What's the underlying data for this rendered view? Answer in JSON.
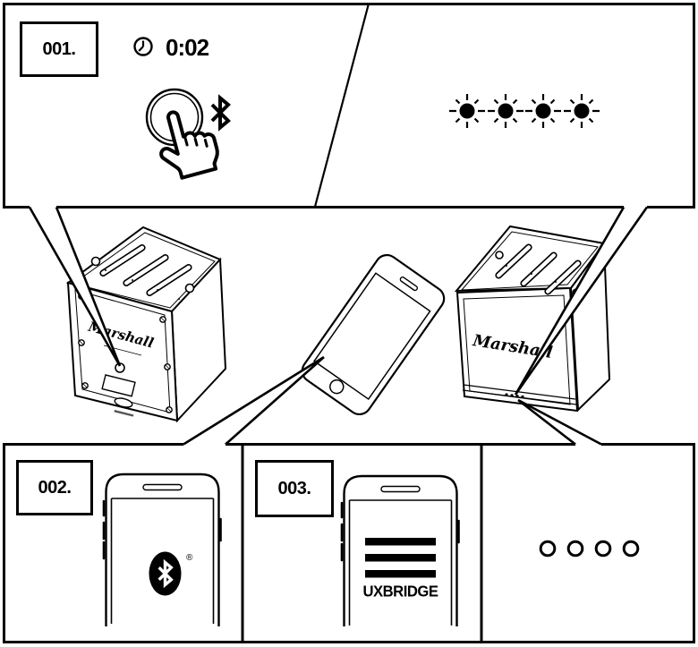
{
  "page": {
    "background": "#ffffff",
    "line_color": "#000000"
  },
  "steps": {
    "one": {
      "label": "001."
    },
    "two": {
      "label": "002."
    },
    "three": {
      "label": "003."
    }
  },
  "panel_hold": {
    "timer": "0:02",
    "icons": [
      "clock-icon",
      "press-and-hold-button-icon",
      "bluetooth-icon"
    ]
  },
  "panel_blinking_leds": {
    "led_count": 4,
    "led_style": "blinking-rays"
  },
  "panel_bluetooth_phone": {
    "bluetooth_registered_mark": "®",
    "icon": "bluetooth-logo-icon"
  },
  "panel_device_list": {
    "device_name": "UXBRIDGE",
    "list_row_count": 3
  },
  "panel_solid_leds": {
    "led_count": 4,
    "led_style": "outline-circles"
  },
  "speakers": {
    "logo": "Marshall"
  }
}
